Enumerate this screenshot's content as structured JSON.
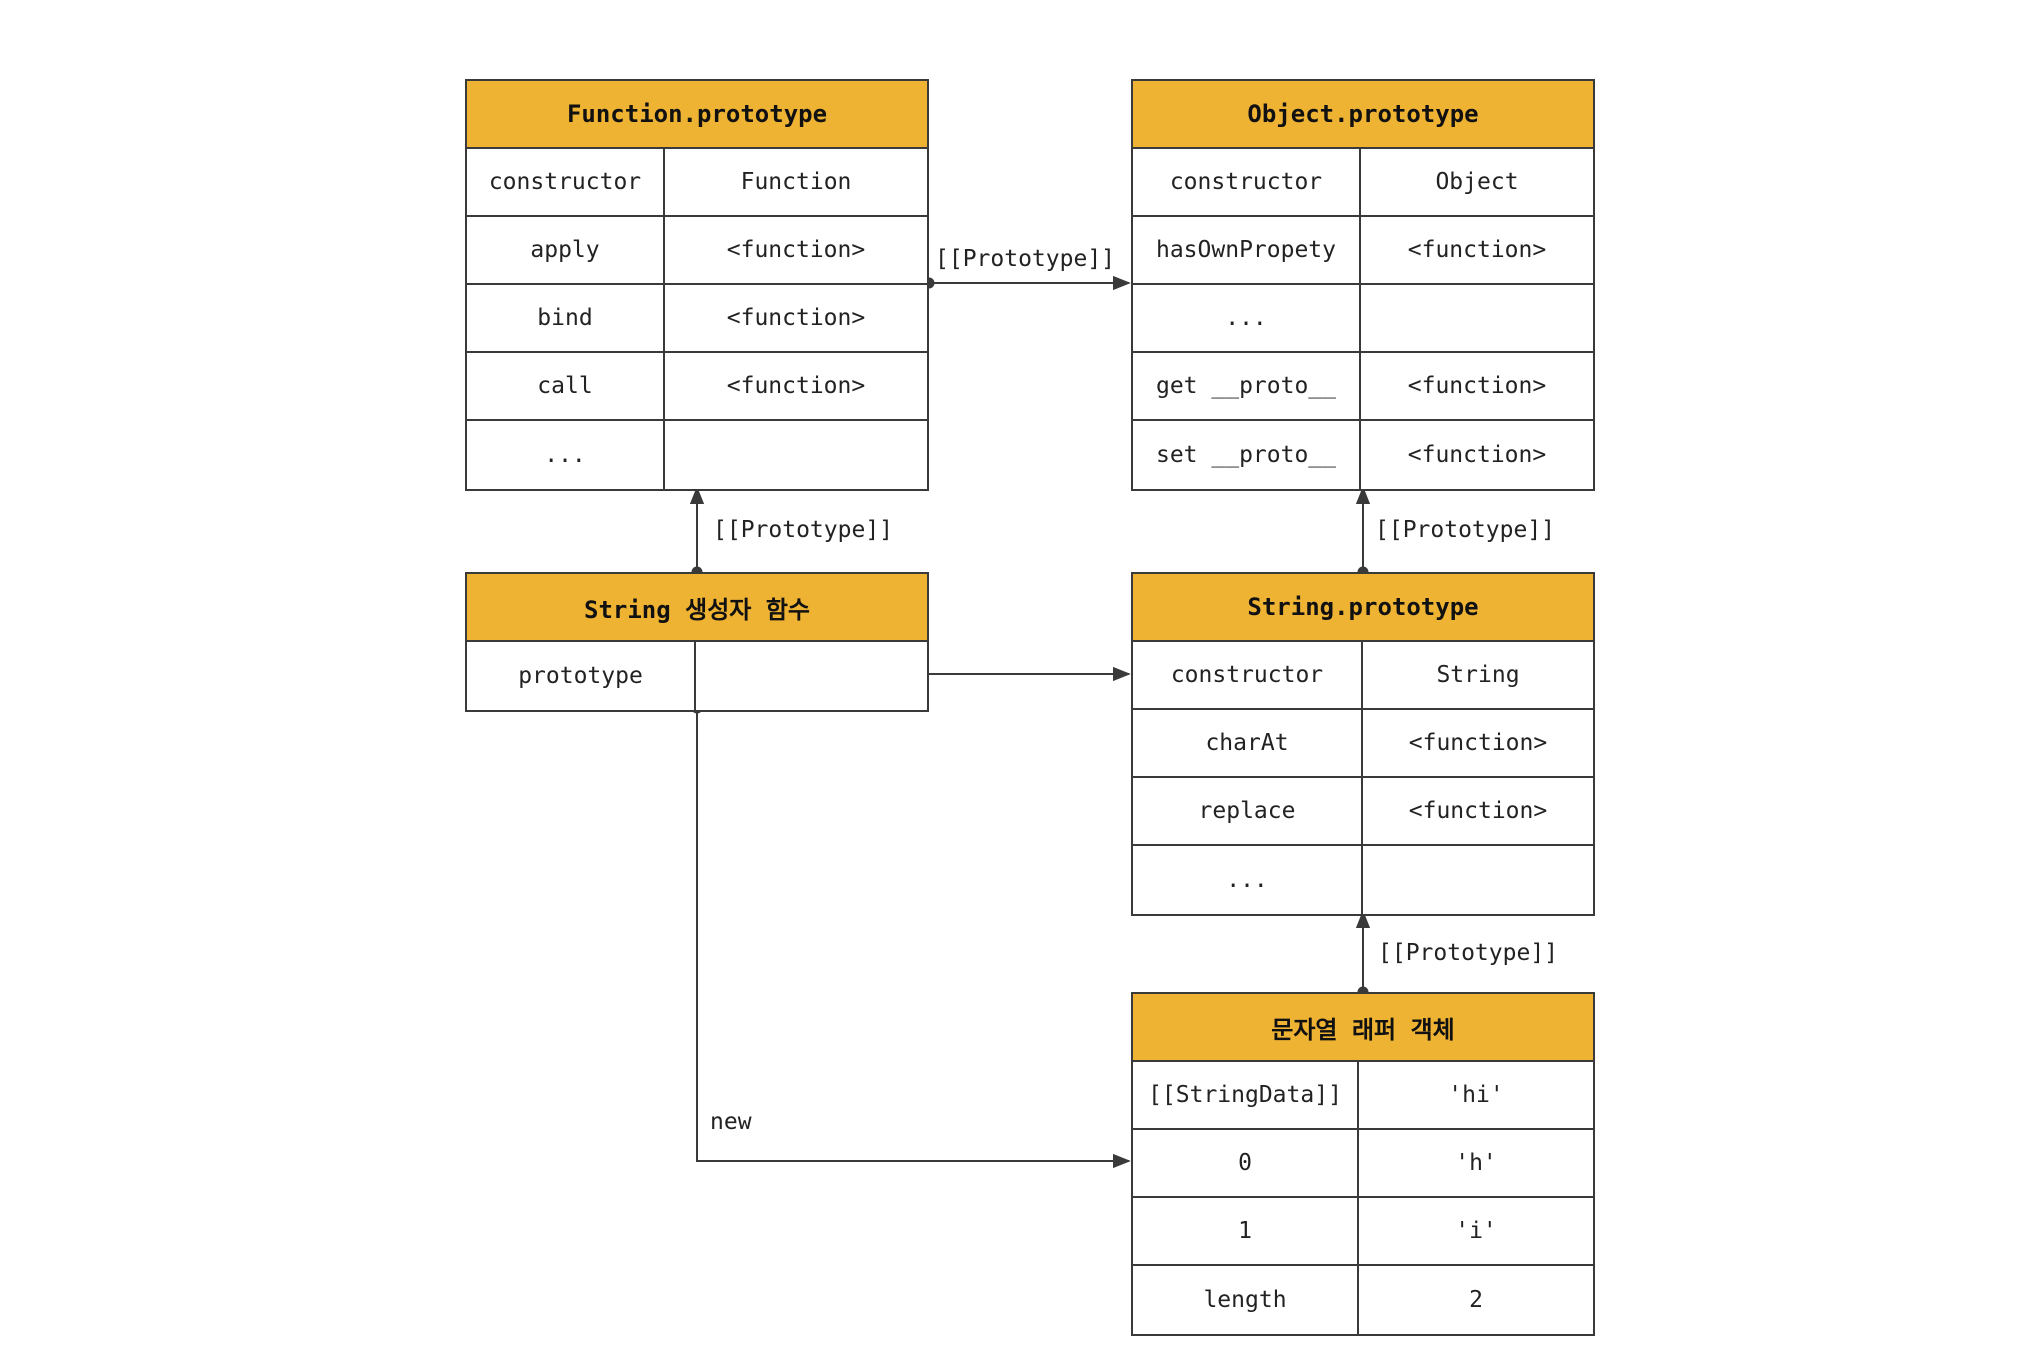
{
  "colors": {
    "header": "#efb334",
    "line": "#3a3a3a"
  },
  "boxes": {
    "function_prototype": {
      "title": "Function.prototype",
      "rows": [
        {
          "key": "constructor",
          "value": "Function"
        },
        {
          "key": "apply",
          "value": "<function>"
        },
        {
          "key": "bind",
          "value": "<function>"
        },
        {
          "key": "call",
          "value": "<function>"
        },
        {
          "key": "...",
          "value": ""
        }
      ]
    },
    "object_prototype": {
      "title": "Object.prototype",
      "rows": [
        {
          "key": "constructor",
          "value": "Object"
        },
        {
          "key": "hasOwnPropety",
          "value": "<function>"
        },
        {
          "key": "...",
          "value": ""
        },
        {
          "key": "get __proto__",
          "value": "<function>"
        },
        {
          "key": "set __proto__",
          "value": "<function>"
        }
      ]
    },
    "string_constructor": {
      "title": "String 생성자 함수",
      "rows": [
        {
          "key": "prototype",
          "value": ""
        }
      ]
    },
    "string_prototype": {
      "title": "String.prototype",
      "rows": [
        {
          "key": "constructor",
          "value": "String"
        },
        {
          "key": "charAt",
          "value": "<function>"
        },
        {
          "key": "replace",
          "value": "<function>"
        },
        {
          "key": "...",
          "value": ""
        }
      ]
    },
    "string_wrapper": {
      "title": "문자열 래퍼 객체",
      "rows": [
        {
          "key": "[[StringData]]",
          "value": "'hi'"
        },
        {
          "key": "0",
          "value": "'h'"
        },
        {
          "key": "1",
          "value": "'i'"
        },
        {
          "key": "length",
          "value": "2"
        }
      ]
    }
  },
  "labels": {
    "proto_func_to_object": "[[Prototype]]",
    "proto_ctor_to_func": "[[Prototype]]",
    "proto_strproto_to_object": "[[Prototype]]",
    "proto_wrapper_to_strproto": "[[Prototype]]",
    "new_label": "new"
  }
}
